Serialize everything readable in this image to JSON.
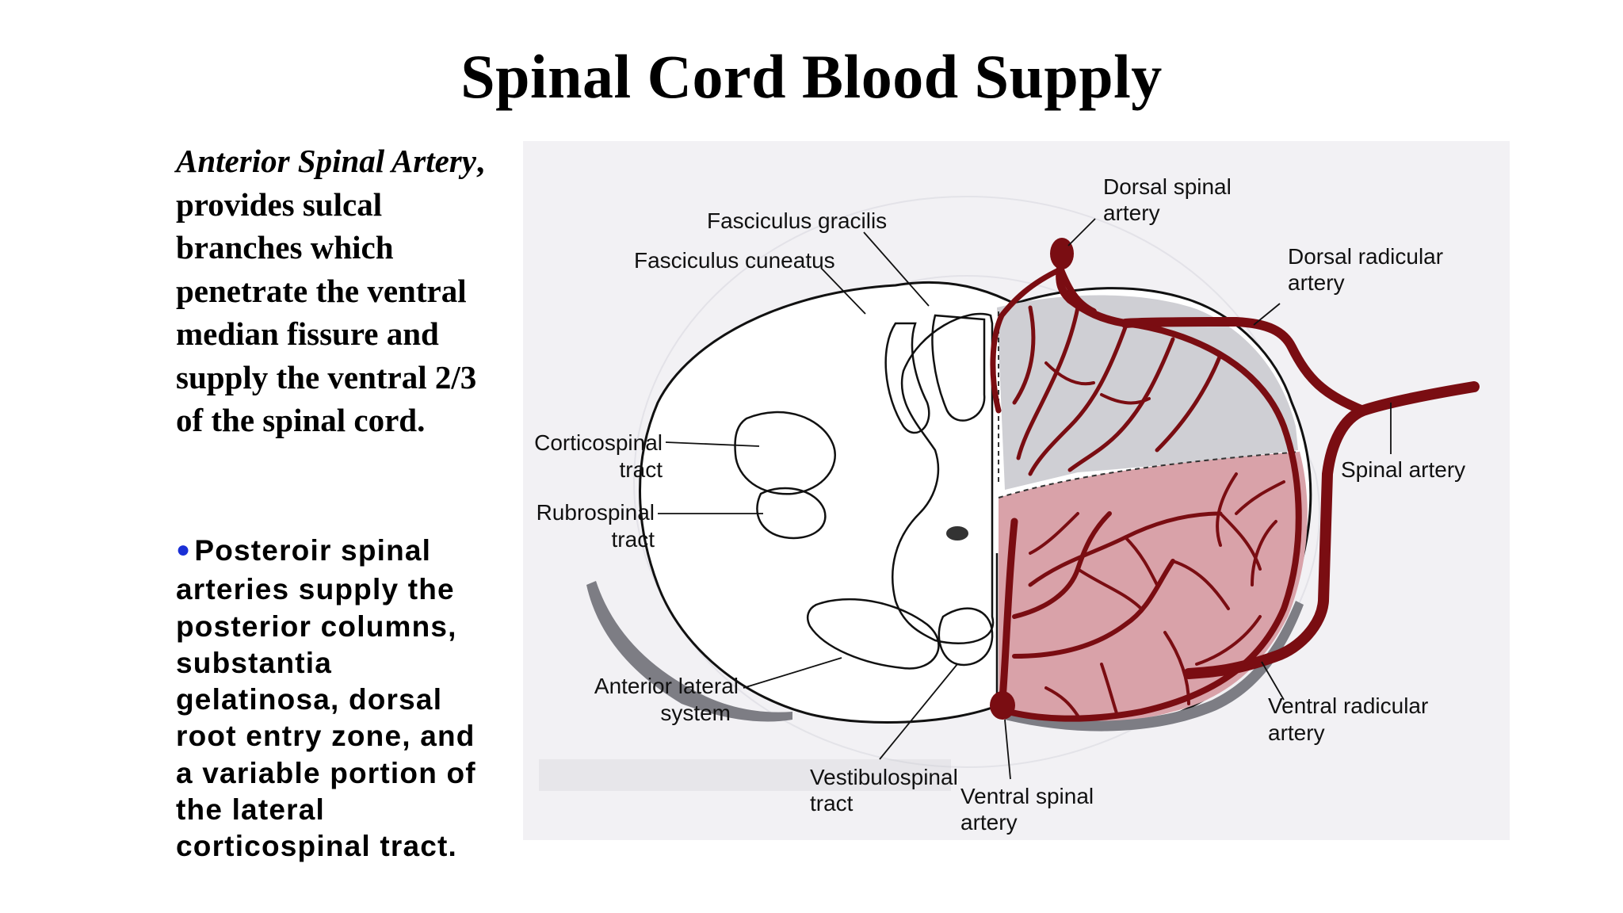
{
  "title": "Spinal Cord Blood Supply",
  "left_text": {
    "para1_italic": "Anterior Spinal Artery",
    "para1_rest": ", provides sulcal branches which penetrate the ventral median fissure and supply the ventral 2/3 of the spinal cord.",
    "para2": "Posteroir spinal arteries supply the posterior columns, substantia gelatinosa, dorsal root entry zone, and a variable portion of the lateral corticospinal tract."
  },
  "diagram": {
    "labels": {
      "dorsal_spinal_artery": [
        "Dorsal spinal",
        "artery"
      ],
      "fasciculus_gracilis": "Fasciculus gracilis",
      "fasciculus_cuneatus": "Fasciculus cuneatus",
      "dorsal_radicular_artery": [
        "Dorsal radicular",
        "artery"
      ],
      "spinal_artery": "Spinal artery",
      "corticospinal_tract": [
        "Corticospinal",
        "tract"
      ],
      "rubrospinal_tract": [
        "Rubrospinal",
        "tract"
      ],
      "anterior_lateral_system": [
        "Anterior lateral",
        "system"
      ],
      "vestibulospinal_tract": [
        "Vestibulospinal",
        "tract"
      ],
      "ventral_spinal_artery": [
        "Ventral spinal",
        "artery"
      ],
      "ventral_radicular_artery": [
        "Ventral radicular",
        "artery"
      ]
    },
    "colors": {
      "artery": "#7a0d12",
      "ventral_region": "#d9a2a9",
      "dorsal_region": "#cfcfd4",
      "background": "#f2f1f4"
    }
  }
}
